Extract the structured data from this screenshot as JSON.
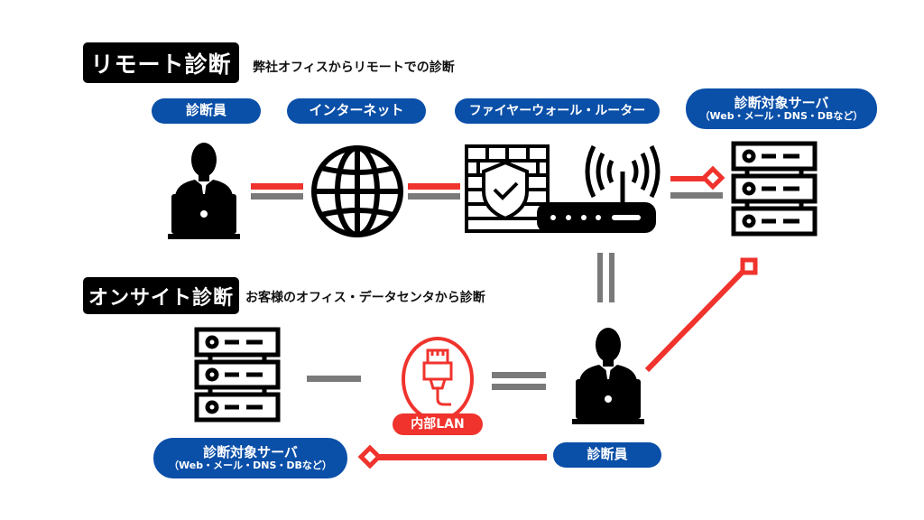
{
  "remote": {
    "title": "リモート診断",
    "subtitle": "弊社オフィスからリモートでの診断",
    "labels": {
      "diagnostician": "診断員",
      "internet": "インターネット",
      "firewall_router": "ファイヤーウォール・ルーター",
      "target_server": "診断対象サーバ",
      "target_server_note": "（Web・メール・DNS・DBなど）"
    }
  },
  "onsite": {
    "title": "オンサイト診断",
    "subtitle": "お客様のオフィス・データセンタから診断",
    "labels": {
      "internal_lan": "内部LAN",
      "diagnostician": "診断員",
      "target_server": "診断対象サーバ",
      "target_server_note": "（Web・メール・DNS・DBなど）"
    }
  },
  "colors": {
    "blue": "#0a4fa8",
    "red": "#f0332d",
    "gray": "#7a7a7a",
    "black": "#000000"
  }
}
